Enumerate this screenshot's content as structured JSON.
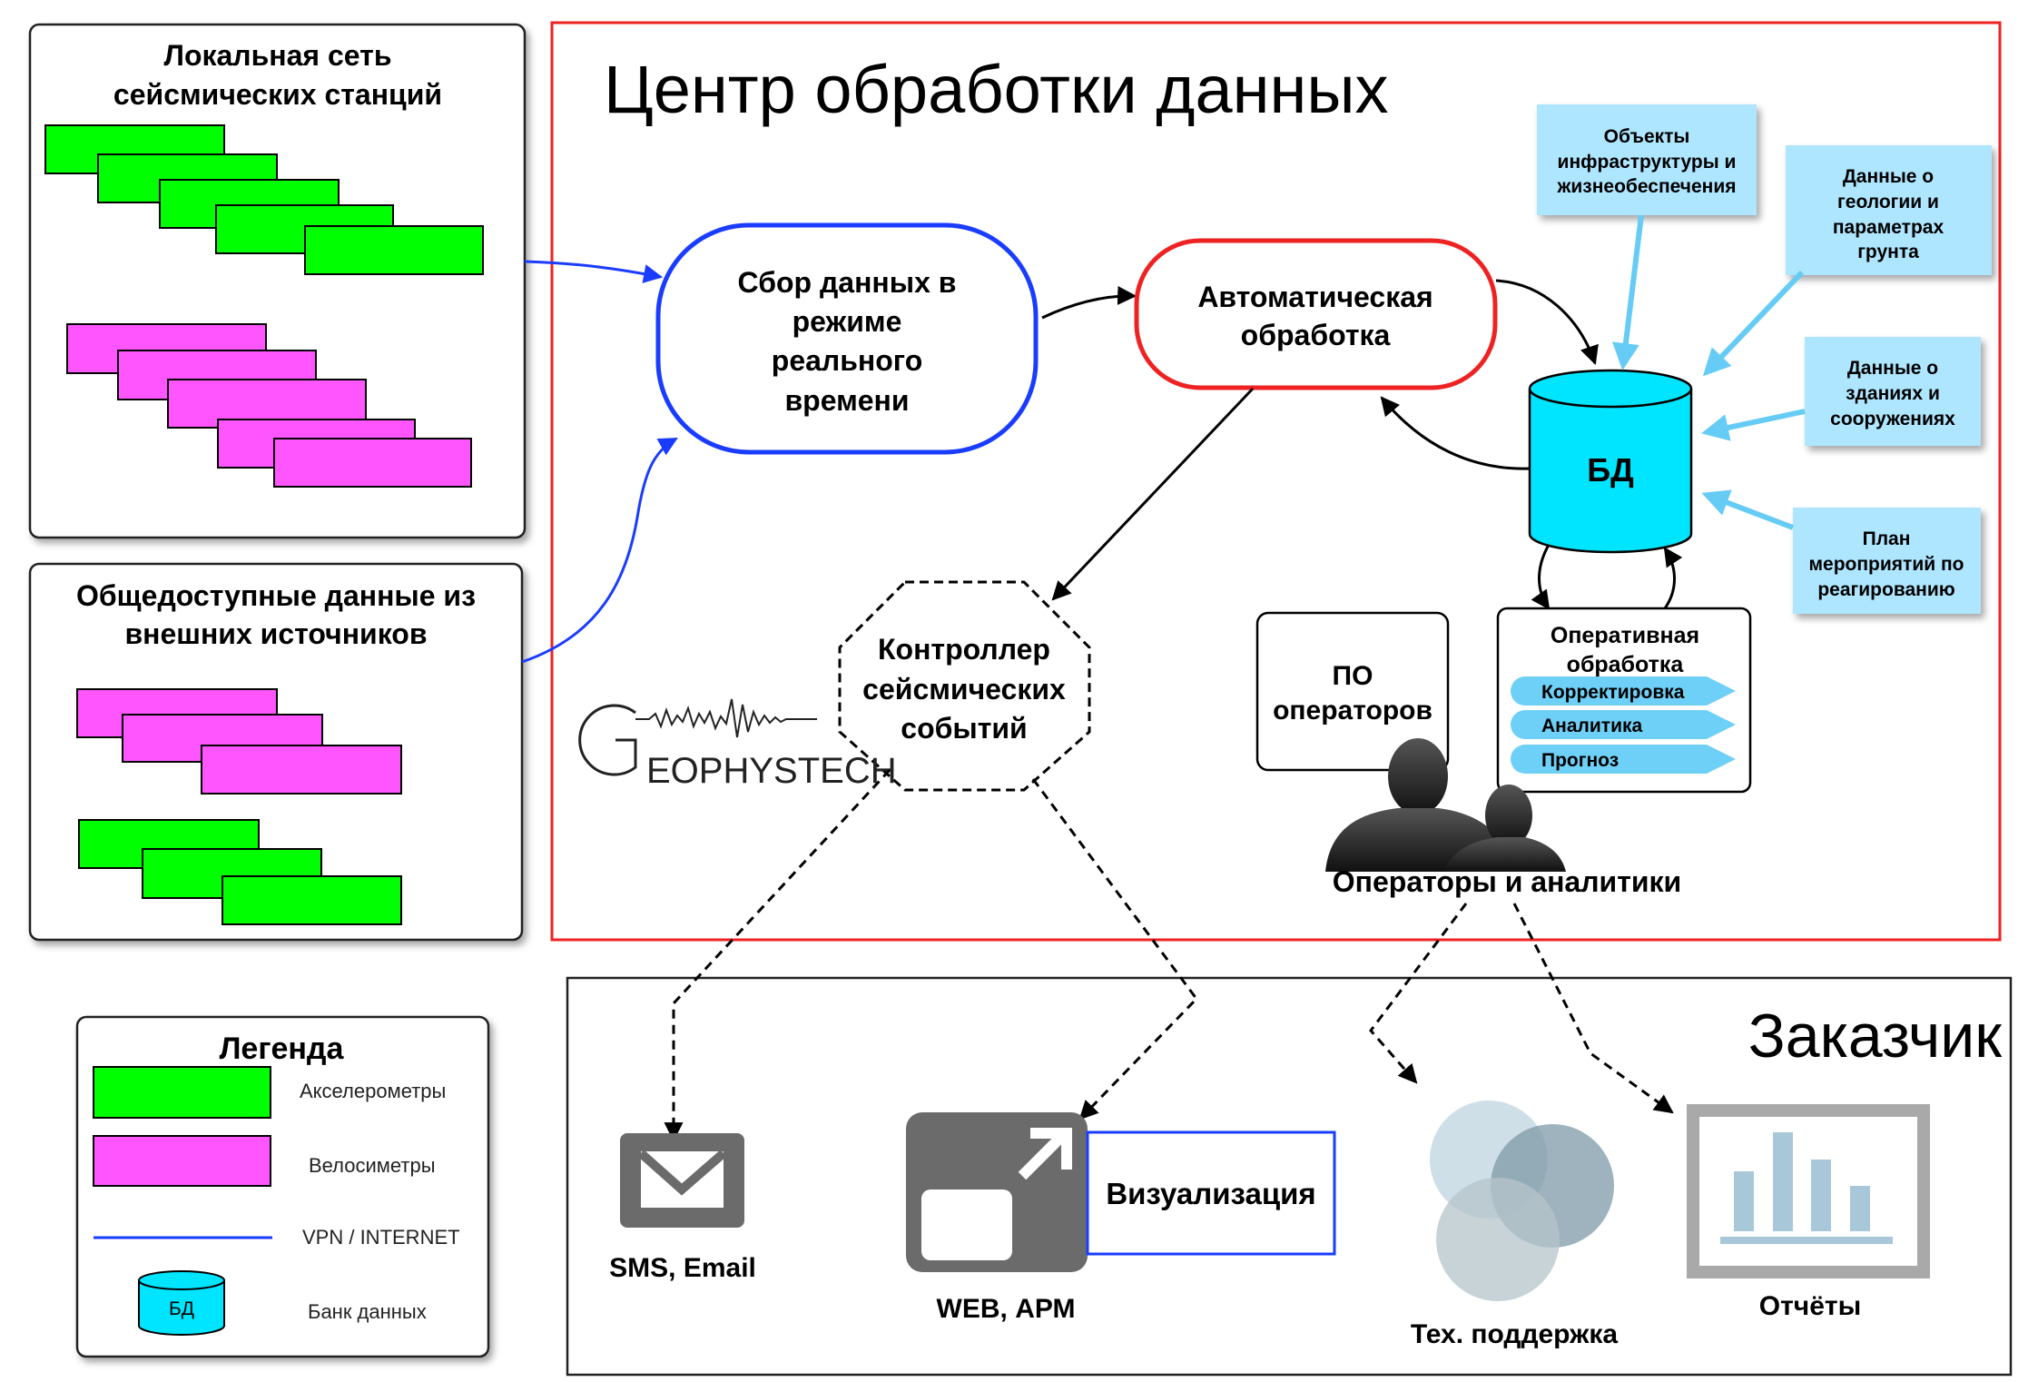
{
  "main_title": "Центр обработки данных",
  "local_network": {
    "title_lines": [
      "Локальная сеть",
      "сейсмических станций"
    ]
  },
  "public_data": {
    "title_lines": [
      "Общедоступные данные из",
      "внешних источников"
    ]
  },
  "realtime": {
    "lines": [
      "Сбор данных в",
      "режиме",
      "реального",
      "времени"
    ]
  },
  "auto": {
    "lines": [
      "Автоматическая",
      "обработка"
    ]
  },
  "db": {
    "label": "БД"
  },
  "controller": {
    "lines": [
      "Контроллер",
      "сейсмических",
      "событий"
    ]
  },
  "operators_software": {
    "lines": [
      "ПО",
      "операторов"
    ]
  },
  "operative": {
    "title_lines": [
      "Оперативная",
      "обработка"
    ],
    "items": [
      "Корректировка",
      "Аналитика",
      "Прогноз"
    ]
  },
  "operators_label": "Операторы и аналитики",
  "logo": {
    "text": "EOPHYSTECH",
    "initial": "G"
  },
  "sources": [
    {
      "lines": [
        "Объекты",
        "инфраструктуры и",
        "жизнеобеспечения"
      ]
    },
    {
      "lines": [
        "Данные о",
        "геологии и",
        "параметрах",
        "грунта"
      ]
    },
    {
      "lines": [
        "Данные о",
        "зданиях и",
        "сооружениях"
      ]
    },
    {
      "lines": [
        "План",
        "мероприятий по",
        "реагированию"
      ]
    }
  ],
  "legend": {
    "title": "Легенда",
    "items": [
      {
        "label": "Акселерометры"
      },
      {
        "label": "Велосиметры"
      },
      {
        "label": "VPN / INTERNET"
      },
      {
        "label": "Банк данных",
        "icon_text": "БД"
      }
    ]
  },
  "customer": {
    "title": "Заказчик",
    "outputs": [
      {
        "label": "SMS, Email",
        "icon": "envelope-icon"
      },
      {
        "label": "WEB, АРМ",
        "icon": "open-window-icon"
      },
      {
        "label": "Визуализация"
      },
      {
        "label": "Тех. поддержка",
        "icon": "circles-icon"
      },
      {
        "label": "Отчёты",
        "icon": "bar-chart-icon"
      }
    ]
  },
  "colors": {
    "accelerometer": "#00ff00",
    "velocimeter": "#ff55ff",
    "vpn_line": "#1a3cff",
    "data_center_border": "#ee2222",
    "realtime_border": "#1a3cff",
    "auto_border": "#ee2222",
    "db_fill": "#00e5ff",
    "source_fill": "#aee6ff",
    "source_arrow": "#66ccf5",
    "pill_fill": "#6fd0f7"
  }
}
